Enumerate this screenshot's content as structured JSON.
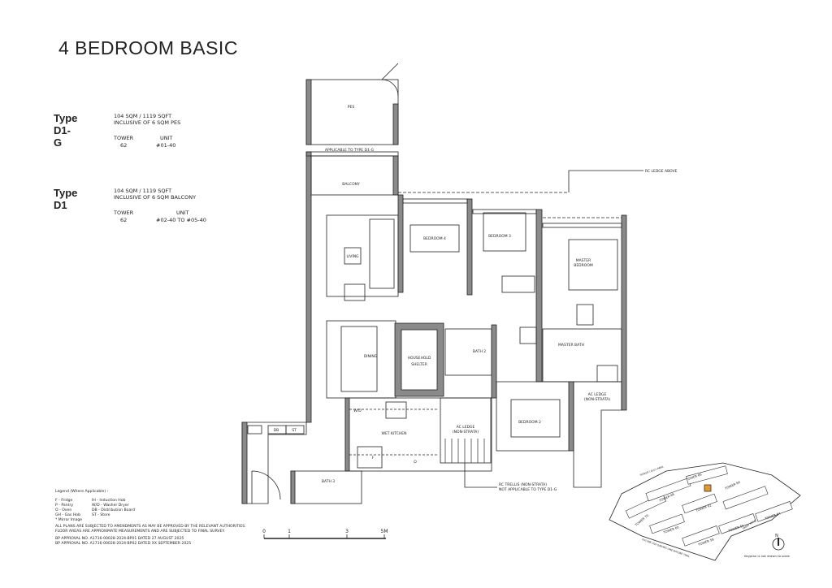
{
  "title": "4 BEDROOM BASIC",
  "types": [
    {
      "name": "Type D1-G",
      "area": "104 SQM / 1119 SQFT",
      "inclusive": "INCLUSIVE OF 6 SQM PES",
      "tower_label": "TOWER",
      "unit_label": "UNIT",
      "tower": "62",
      "unit": "#01-40"
    },
    {
      "name": "Type D1",
      "area": "104 SQM / 1119 SQFT",
      "inclusive": "INCLUSIVE OF 6 SQM BALCONY",
      "tower_label": "TOWER",
      "unit_label": "UNIT",
      "tower": "62",
      "unit": "#02-40 TO #05-40"
    }
  ],
  "legend": {
    "heading": "Legend (Where Applicable) :",
    "col1": [
      "F - Fridge",
      "P - Pantry",
      "O - Oven",
      "GH - Gas Hob",
      "* Mirror Image"
    ],
    "col2": [
      "IH - Induction Hob",
      "W/D - Washer Dryer",
      "DB - Distribution Board",
      "ST - Store"
    ],
    "disclaimer1": "ALL PLANS ARE SUBJECTED TO AMENDMENTS AS MAY BE APPROVED BY THE RELEVANT AUTHORITIES.",
    "disclaimer2": "FLOOR AREAS ARE APPROXIMATE MEASUREMENTS AND ARE SUBJECTED TO FINAL SURVEY.",
    "approval1": "BP APPROVAL NO. A1716-00028-2024-BP01  DATED 27 AUGUST 2025",
    "approval2": "BP APPROVAL NO. A1716-00028-2024-BP02  DATED XX SEPTEMBER 2025"
  },
  "rooms": {
    "pes": "PES",
    "pes_note": "APPLICABLE TO TYPE D1-G",
    "balcony": "BALCONY",
    "living": "LIVING",
    "bedroom4": "BEDROOM 4",
    "bedroom3": "BEDROOM 3",
    "master_bedroom_1": "MASTER",
    "master_bedroom_2": "BEDROOM",
    "dining": "DINING",
    "shelter_1": "HOUSEHOLD",
    "shelter_2": "SHELTER",
    "bath2": "BATH 2",
    "master_bath": "MASTER BATH",
    "ac_ledge_right_1": "AC LEDGE",
    "ac_ledge_right_2": "(NON-STRATA)",
    "ac_ledge_1": "AC LEDGE",
    "ac_ledge_2": "(NON-STRATA)",
    "bedroom2": "BEDROOM 2",
    "wet_kitchen": "WET KITCHEN",
    "bath3": "BATH 3",
    "wd": "W/D",
    "db": "DB",
    "st": "ST",
    "fridge": "F",
    "oven": "O"
  },
  "annotations": {
    "rc_ledge": "RC LEDGE ABOVE",
    "trellis_1": "RC TRELLIS (NON-STRATA)",
    "trellis_2": "NOT APPLICABLE TO TYPE D1-G"
  },
  "scale": {
    "ticks": [
      "0",
      "1",
      "3",
      "5M"
    ]
  },
  "keyplan": {
    "towers": [
      "TOWER 70",
      "TOWER 68",
      "TOWER 66",
      "TOWER 64",
      "TOWER 62",
      "TOWER 60",
      "TOWER 58",
      "TOWER 56",
      "TOWER 54"
    ],
    "roads": [
      "SUNGEI LALUT PARK",
      "FUTURE OLD JURONG LINE NATURE TRAIL",
      "PARRY WALK"
    ],
    "north": "N",
    "note": "Keyplan is not drawn to scale",
    "highlight_color": "#e59a2a"
  }
}
